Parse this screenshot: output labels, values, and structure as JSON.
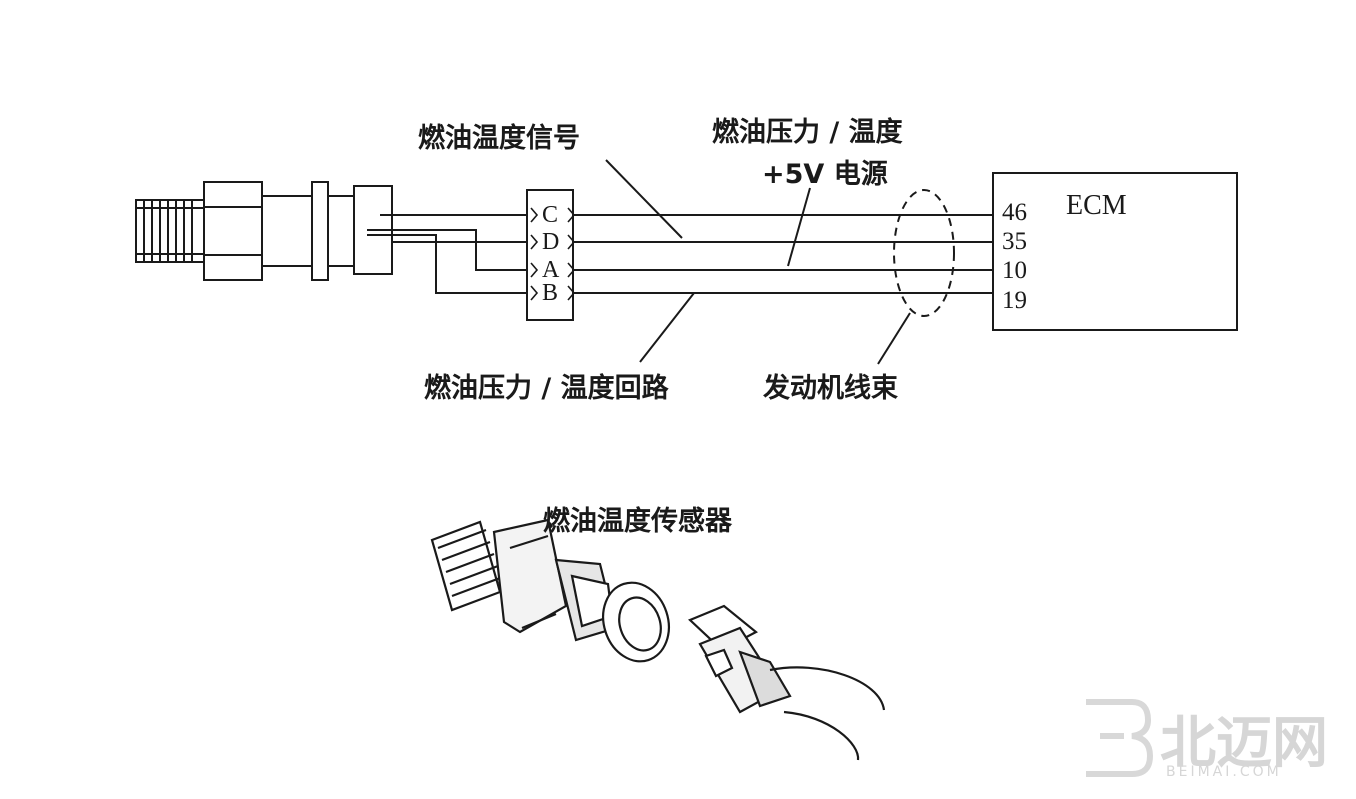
{
  "labels": {
    "signal": "燃油温度信号",
    "pressure_temp": "燃油压力 / 温度",
    "power": "+5V 电源",
    "return": "燃油压力 / 温度回路",
    "harness": "发动机线束",
    "sensor": "燃油温度传感器"
  },
  "ecm": {
    "title": "ECM",
    "pins": [
      "46",
      "35",
      "10",
      "19"
    ]
  },
  "connector": {
    "pins": [
      "C",
      "D",
      "A",
      "B"
    ]
  },
  "watermark": {
    "text": "北迈网",
    "sub": "BEIMAI.COM"
  }
}
